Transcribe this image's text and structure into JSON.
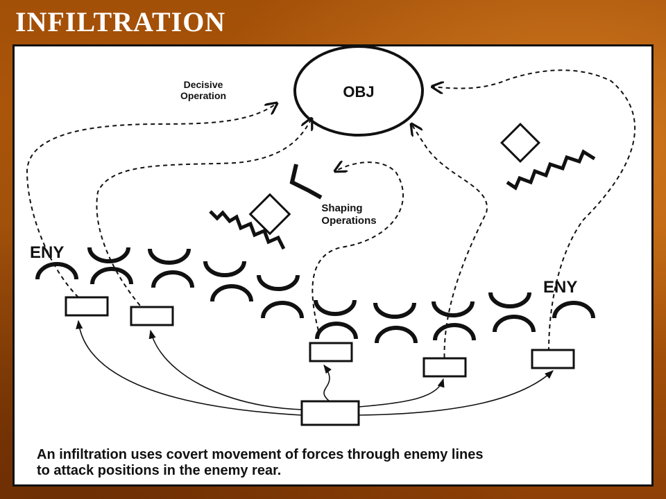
{
  "slide": {
    "title": "INFILTRATION"
  },
  "diagram": {
    "objective_label": "OBJ",
    "decisive_label_line1": "Decisive",
    "decisive_label_line2": "Operation",
    "shaping_label_line1": "Shaping",
    "shaping_label_line2": "Operations",
    "enemy_label_left": "ENY",
    "enemy_label_right": "ENY"
  },
  "caption": {
    "line1": "An infiltration uses covert movement of forces through enemy lines",
    "line2": "to attack positions in the enemy rear."
  },
  "colors": {
    "background": "#9a4a07",
    "ink": "#111111",
    "panel": "#ffffff"
  }
}
